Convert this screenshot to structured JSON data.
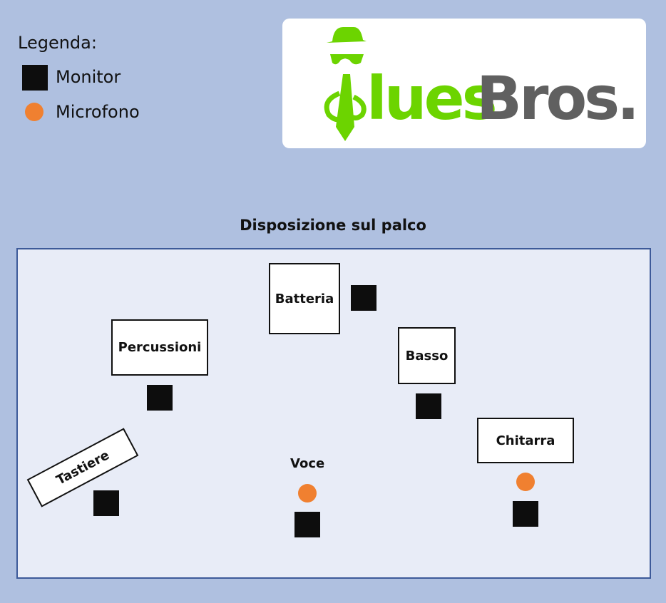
{
  "legend": {
    "title": "Legenda:",
    "items": [
      {
        "label": "Monitor",
        "icon": "black-square-icon"
      },
      {
        "label": "Microfono",
        "icon": "orange-dot-icon"
      }
    ]
  },
  "logo": {
    "text_green": "lues",
    "text_gray": "Bros.",
    "green": "#6cd400",
    "gray": "#606060"
  },
  "stage": {
    "title": "Disposizione sul palco",
    "instruments": {
      "batteria": "Batteria",
      "percussioni": "Percussioni",
      "basso": "Basso",
      "chitarra": "Chitarra",
      "tastiere": "Tastiere",
      "voce": "Voce"
    }
  },
  "colors": {
    "monitor": "#0d0d0d",
    "microphone": "#f08030",
    "background": "#afc0e0",
    "stage": "#e8ecf7"
  }
}
